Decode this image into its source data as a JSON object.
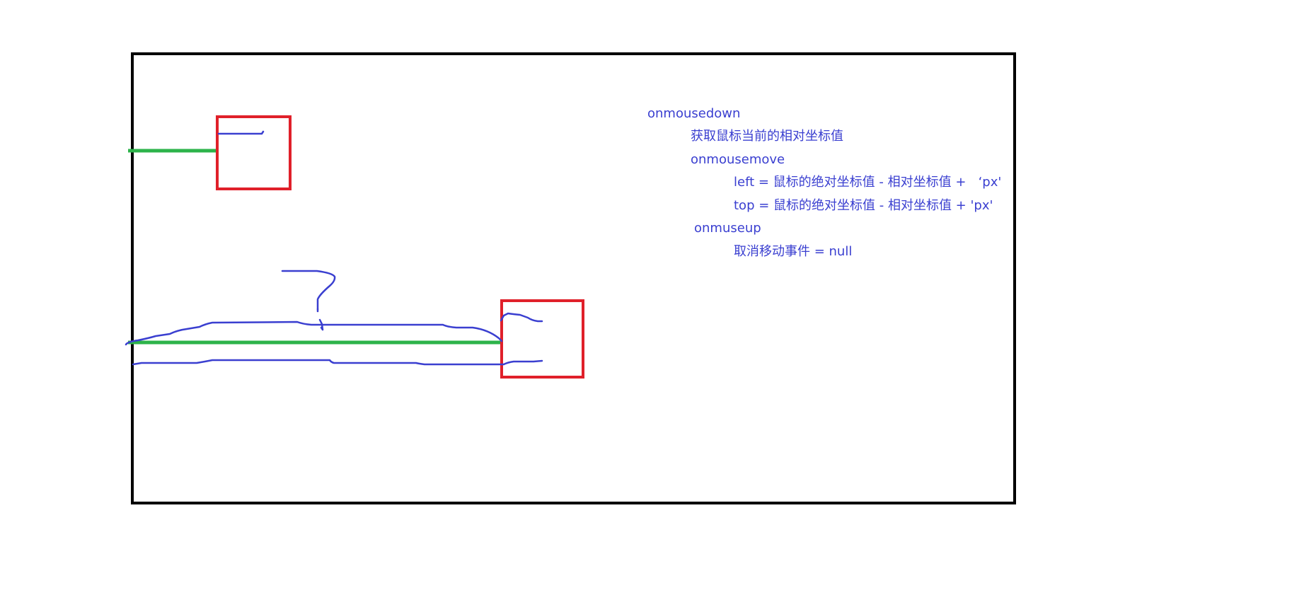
{
  "colors": {
    "background": "#ffffff",
    "frame": "#000000",
    "box": "#e0202a",
    "green_line": "#2db34a",
    "pen": "#3a3fd0",
    "text": "#3a3fd0"
  },
  "notes": {
    "line1": "onmousedown",
    "line2": "获取鼠标当前的相对坐标值",
    "line3": "onmousemove",
    "line4": "left = 鼠标的绝对坐标值 - 相对坐标值 +   ‘px'",
    "line5": "top = 鼠标的绝对坐标值 - 相对坐标值 + 'px'",
    "line6": "onmuseup",
    "line7": "取消移动事件 = null"
  }
}
